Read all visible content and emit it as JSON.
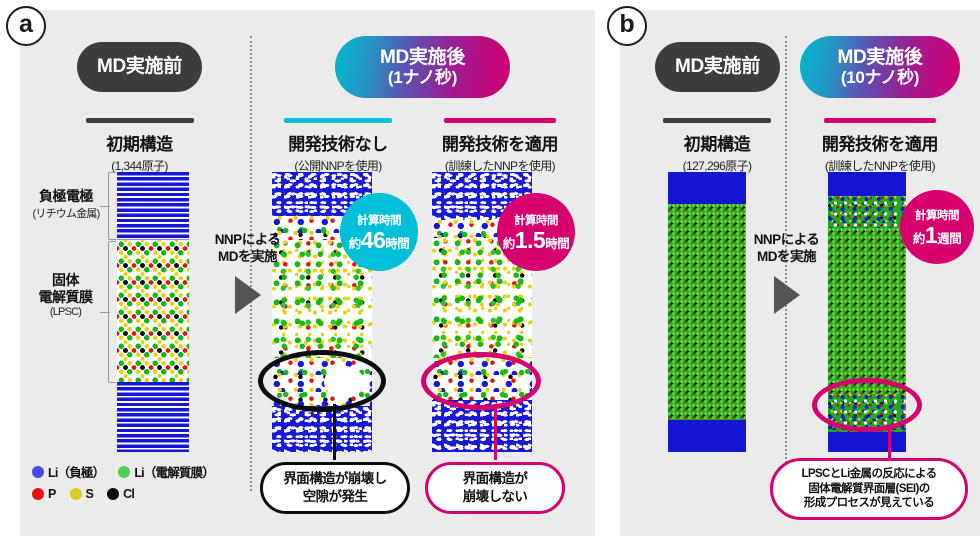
{
  "panels": {
    "a": {
      "label": "a",
      "pill_before": {
        "line1": "MD実施前"
      },
      "pill_after": {
        "line1": "MD実施後",
        "line2": "(1ナノ秒)"
      },
      "columns": [
        {
          "title": "初期構造",
          "subtitle": "(1,344原子)",
          "bar_color": "#3d3d3d"
        },
        {
          "title": "開発技術なし",
          "subtitle": "(公開NNPを使用)",
          "bar_color": "#00c0d8"
        },
        {
          "title": "開発技術を適用",
          "subtitle": "(訓練したNNPを使用)",
          "bar_color": "#d6006e"
        }
      ],
      "arrow": {
        "line1": "NNPによる",
        "line2": "MDを実施"
      },
      "side_labels": [
        {
          "main": "負極電極",
          "sub": "(リチウム金属)"
        },
        {
          "main_line1": "固体",
          "main_line2": "電解質膜",
          "sub": "(LPSC)"
        }
      ],
      "time_badges": [
        {
          "caption": "計算時間",
          "prefix": "約",
          "value": "46",
          "unit": "時間",
          "color": "#00c0d8"
        },
        {
          "caption": "計算時間",
          "prefix": "約",
          "value": "1.5",
          "unit": "時間",
          "color": "#d6006e"
        }
      ],
      "callouts": [
        {
          "line1": "界面構造が崩壊し",
          "line2": "空隙が発生",
          "color": "#0d0d0d"
        },
        {
          "line1": "界面構造が",
          "line2": "崩壊しない",
          "color": "#d6006e"
        }
      ]
    },
    "b": {
      "label": "b",
      "pill_before": {
        "line1": "MD実施前"
      },
      "pill_after": {
        "line1": "MD実施後",
        "line2": "(10ナノ秒)"
      },
      "columns": [
        {
          "title": "初期構造",
          "subtitle": "(127,296原子)",
          "bar_color": "#3d3d3d"
        },
        {
          "title": "開発技術を適用",
          "subtitle": "(訓練したNNPを使用)",
          "bar_color": "#d6006e"
        }
      ],
      "arrow": {
        "line1": "NNPによる",
        "line2": "MDを実施"
      },
      "time_badges": [
        {
          "caption": "計算時間",
          "prefix": "約",
          "value": "1",
          "unit": "週間",
          "color": "#d6006e"
        }
      ],
      "callouts": [
        {
          "line1": "LPSCとLi金属の反応による",
          "line2": "固体電解質界面層(SEI)の",
          "line3": "形成プロセスが見えている",
          "color": "#d6006e"
        }
      ]
    }
  },
  "legend": {
    "items": [
      {
        "name": "Li（負極）",
        "color": "#4a4ae8"
      },
      {
        "name": "Li（電解質膜）",
        "color": "#4ad24a"
      },
      {
        "name": "P",
        "color": "#ee1111"
      },
      {
        "name": "S",
        "color": "#d9cc1a"
      },
      {
        "name": "Cl",
        "color": "#0a0a0a"
      }
    ]
  },
  "colors": {
    "panel_bg": "#ebebeb",
    "page_bg": "#ffffff",
    "dark": "#3d3d3d",
    "cyan": "#00c0d8",
    "magenta": "#d6006e"
  }
}
